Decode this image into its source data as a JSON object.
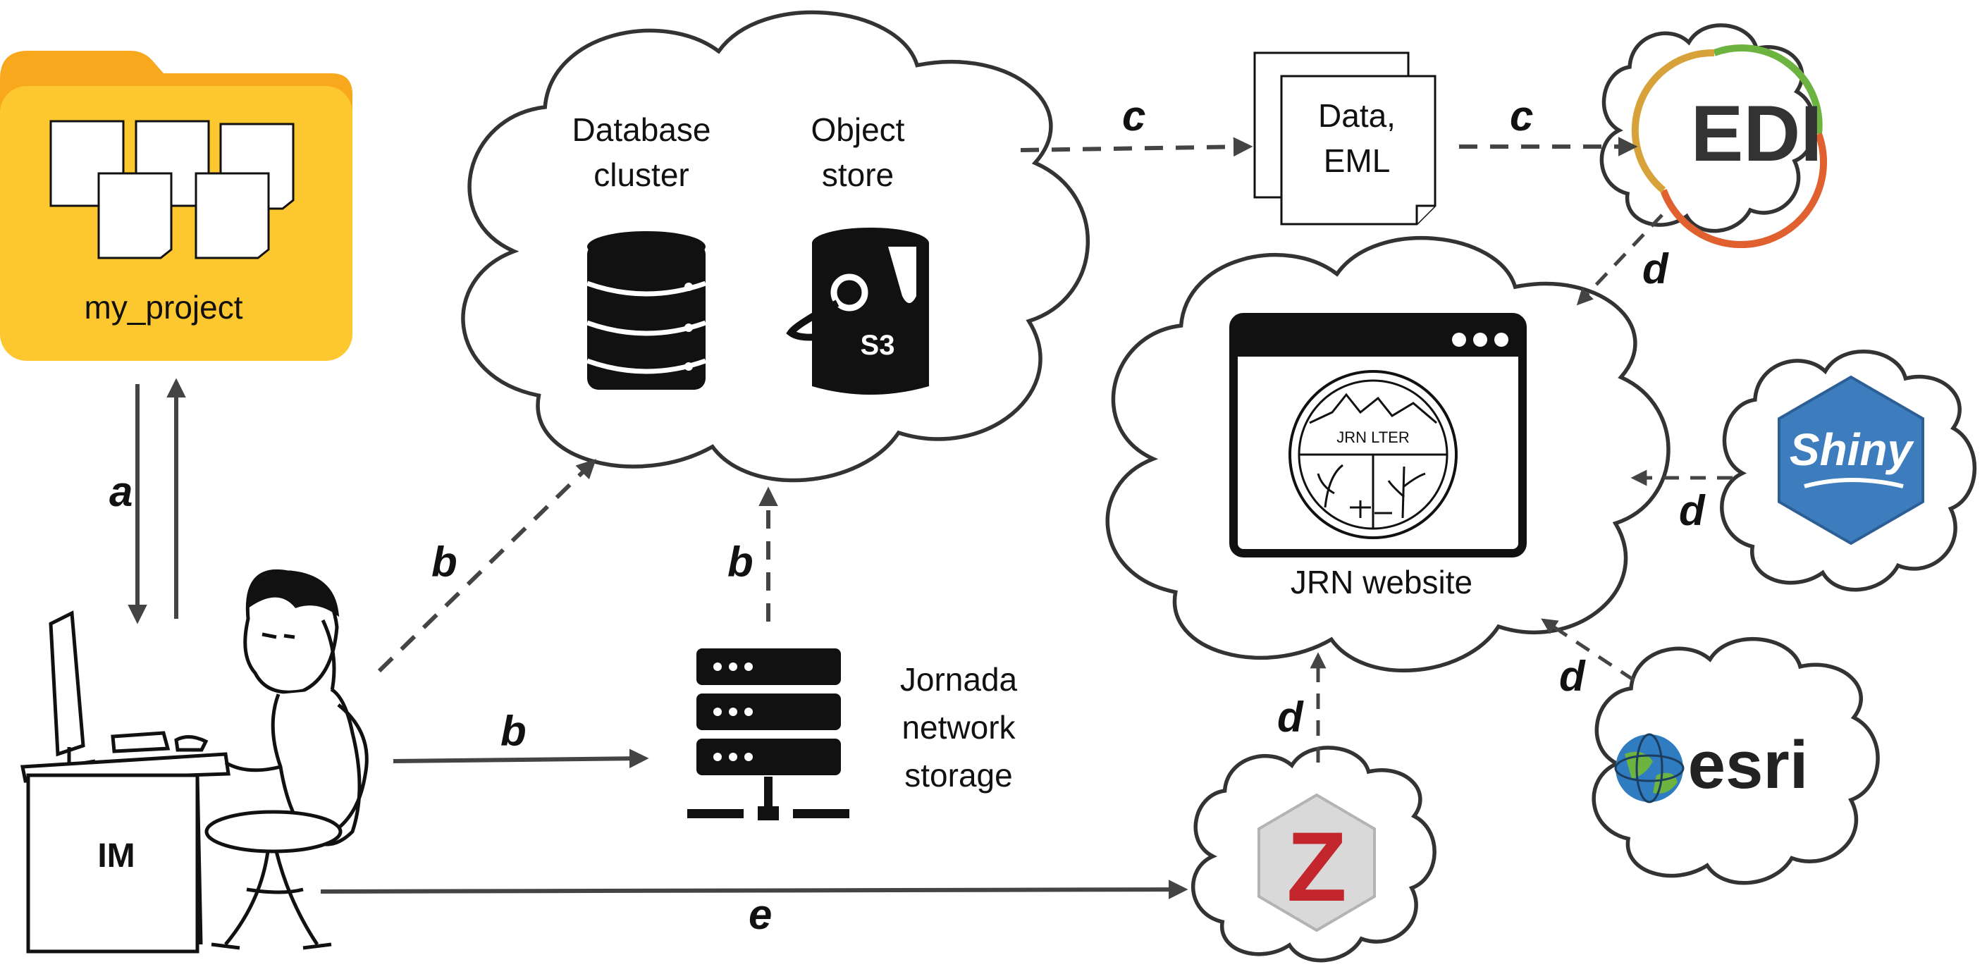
{
  "folder": {
    "name": "my_project"
  },
  "person": {
    "role": "IM"
  },
  "cloud_storage": {
    "database_label": [
      "Database",
      "cluster"
    ],
    "object_label": [
      "Object",
      "store"
    ],
    "s3_text": "S3"
  },
  "network_storage": {
    "label": [
      "Jornada",
      "network",
      "storage"
    ]
  },
  "package": {
    "label": [
      "Data,",
      "EML"
    ]
  },
  "website": {
    "label": "JRN website",
    "logo_text": "JRN LTER"
  },
  "services": {
    "edi": "EDI",
    "shiny": "Shiny",
    "esri": "esri",
    "zotero": "Z"
  },
  "edges": {
    "a": "a",
    "b1": "b",
    "b2": "b",
    "b3": "b",
    "c1": "c",
    "c2": "c",
    "d1": "d",
    "d2": "d",
    "d3": "d",
    "d4": "d",
    "e": "e"
  },
  "colors": {
    "folder": "#fdc72f",
    "folder_tab": "#f8a81d",
    "line": "#444444",
    "shiny": "#3e7dbd",
    "zotero": "#c4262e",
    "edi_green": "#6cb33f",
    "edi_orange": "#e0612f"
  }
}
